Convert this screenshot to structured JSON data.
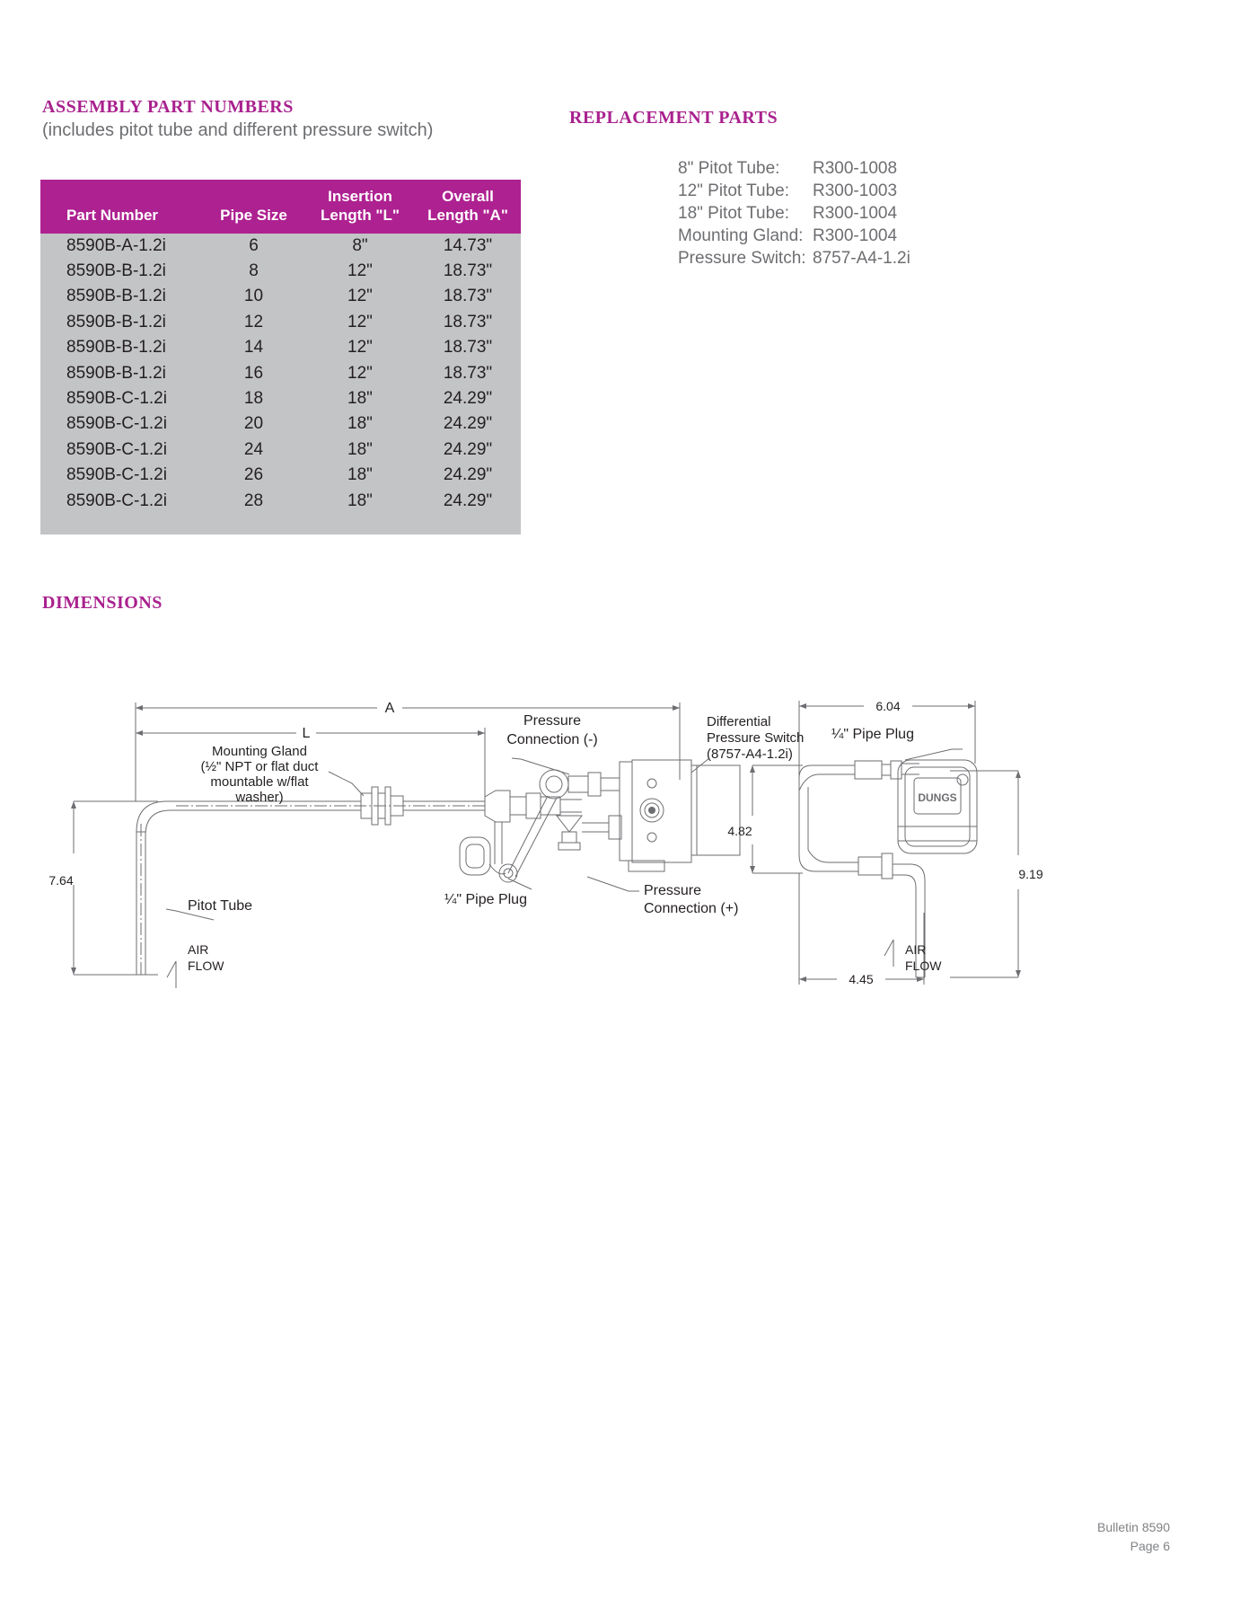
{
  "assembly": {
    "heading": "ASSEMBLY PART NUMBERS",
    "subheading": "(includes pitot tube and different pressure switch)",
    "table": {
      "columns": [
        "Part Number",
        "Pipe Size",
        "Insertion Length \"L\"",
        "Overall Length \"A\""
      ],
      "columns_lines": [
        [
          "",
          "Part Number"
        ],
        [
          "",
          "Pipe Size"
        ],
        [
          "Insertion",
          "Length \"L\""
        ],
        [
          "Overall",
          "Length \"A\""
        ]
      ],
      "rows": [
        [
          "8590B-A-1.2i",
          "6",
          "8\"",
          "14.73\""
        ],
        [
          "8590B-B-1.2i",
          "8",
          "12\"",
          "18.73\""
        ],
        [
          "8590B-B-1.2i",
          "10",
          "12\"",
          "18.73\""
        ],
        [
          "8590B-B-1.2i",
          "12",
          "12\"",
          "18.73\""
        ],
        [
          "8590B-B-1.2i",
          "14",
          "12\"",
          "18.73\""
        ],
        [
          "8590B-B-1.2i",
          "16",
          "12\"",
          "18.73\""
        ],
        [
          "8590B-C-1.2i",
          "18",
          "18\"",
          "24.29\""
        ],
        [
          "8590B-C-1.2i",
          "20",
          "18\"",
          "24.29\""
        ],
        [
          "8590B-C-1.2i",
          "24",
          "18\"",
          "24.29\""
        ],
        [
          "8590B-C-1.2i",
          "26",
          "18\"",
          "24.29\""
        ],
        [
          "8590B-C-1.2i",
          "28",
          "18\"",
          "24.29\""
        ]
      ]
    }
  },
  "replacement": {
    "heading": "REPLACEMENT PARTS",
    "items": [
      {
        "label": "8\" Pitot Tube:",
        "value": "R300-1008"
      },
      {
        "label": "12\" Pitot Tube:",
        "value": "R300-1003"
      },
      {
        "label": "18\" Pitot Tube:",
        "value": "R300-1004"
      },
      {
        "label": "Mounting Gland:",
        "value": "R300-1004"
      },
      {
        "label": "Pressure Switch:",
        "value": "8757-A4-1.2i"
      }
    ]
  },
  "dimensions": {
    "heading": "DIMENSIONS",
    "labels": {
      "dim_a": "A",
      "dim_l": "L",
      "mounting_gland": [
        "Mounting Gland",
        "(½\" NPT or flat duct",
        "mountable w/flat",
        "washer)"
      ],
      "pressure_connection_neg": [
        "Pressure",
        "Connection (-)"
      ],
      "pressure_connection_pos": [
        "Pressure",
        "Connection (+)"
      ],
      "differential_switch": [
        "Differential",
        "Pressure Switch",
        "(8757-A4-1.2i)"
      ],
      "pipe_plug_left": "¼\" Pipe Plug",
      "pipe_plug_right": "¼\" Pipe Plug",
      "pitot_tube": "Pitot Tube",
      "air_flow": [
        "AIR",
        "FLOW"
      ],
      "height_left": "7.64",
      "height_right": "9.19",
      "width_top_right": "6.04",
      "width_bottom_right": "4.45",
      "depth_right": "4.82",
      "brand": "DUNGS"
    }
  },
  "footer": {
    "bulletin": "Bulletin 8590",
    "page": "Page 6"
  },
  "colors": {
    "accent": "#a9218e",
    "table_header": "#ae2191",
    "table_body": "#c3c4c6",
    "body_text": "#58595b",
    "drawing_line": "#58595b"
  }
}
